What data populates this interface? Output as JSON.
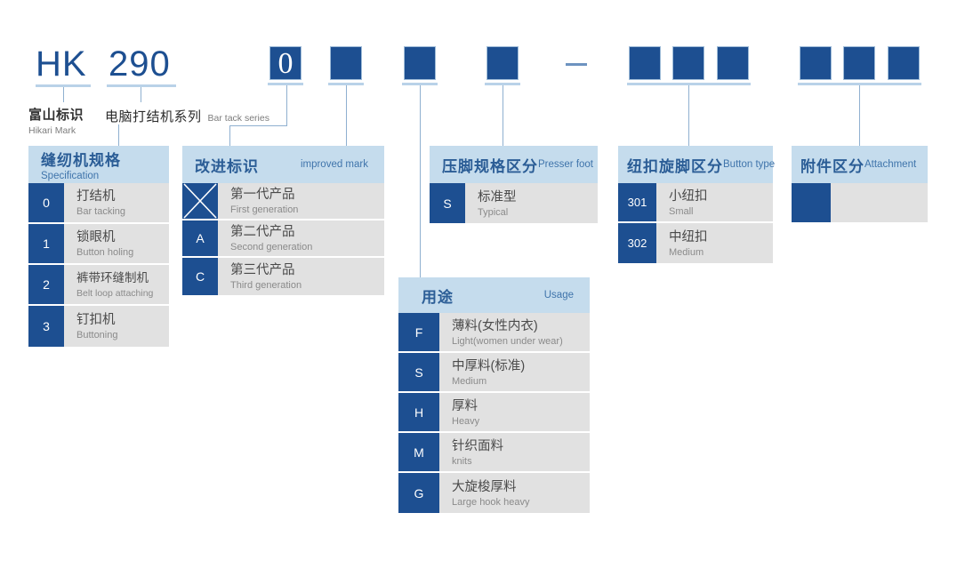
{
  "model_code": {
    "hikari": "HK",
    "series": "290",
    "dash": "-",
    "boxes": [
      {
        "name": "spec-box",
        "glyph": "0"
      },
      {
        "name": "improved-box",
        "glyph": ""
      },
      {
        "name": "usage-box",
        "glyph": ""
      },
      {
        "name": "presser-foot-box",
        "glyph": ""
      },
      {
        "name": "button-type-box-1",
        "glyph": ""
      },
      {
        "name": "button-type-box-2",
        "glyph": ""
      },
      {
        "name": "button-type-box-3",
        "glyph": ""
      },
      {
        "name": "attachment-box-1",
        "glyph": ""
      },
      {
        "name": "attachment-box-2",
        "glyph": ""
      },
      {
        "name": "attachment-box-3",
        "glyph": ""
      }
    ]
  },
  "labels": {
    "hikari_mark": {
      "cn": "富山标识",
      "en": "Hikari Mark"
    },
    "bar_tack_series": {
      "cn": "电脑打结机系列",
      "en": "Bar tack series"
    }
  },
  "tables": [
    {
      "id": "specification",
      "title_cn": "缝纫机规格",
      "title_en": "Specification",
      "title_layout": "stacked",
      "rows": [
        {
          "key": "0",
          "cn": "打结机",
          "en": "Bar tacking"
        },
        {
          "key": "1",
          "cn": "锁眼机",
          "en": "Button holing"
        },
        {
          "key": "2",
          "cn": "裤带环缝制机",
          "en": "Belt loop attaching"
        },
        {
          "key": "3",
          "cn": "钉扣机",
          "en": "Buttoning"
        }
      ]
    },
    {
      "id": "improved-mark",
      "title_cn": "改进标识",
      "title_en": "improved mark",
      "title_layout": "inline",
      "rows": [
        {
          "key": "",
          "key_icon": "x-mark-icon",
          "cn": "第一代产品",
          "en": "First generation"
        },
        {
          "key": "A",
          "cn": "第二代产品",
          "en": "Second generation"
        },
        {
          "key": "C",
          "cn": "第三代产品",
          "en": "Third generation"
        }
      ]
    },
    {
      "id": "usage",
      "title_cn": "用途",
      "title_en": "Usage",
      "title_layout": "inline",
      "rows": [
        {
          "key": "F",
          "cn": "薄料(女性内衣)",
          "en": "Light(women under wear)"
        },
        {
          "key": "S",
          "cn": "中厚料(标准)",
          "en": "Medium"
        },
        {
          "key": "H",
          "cn": "厚料",
          "en": "Heavy"
        },
        {
          "key": "M",
          "cn": "针织面料",
          "en": "knits"
        },
        {
          "key": "G",
          "cn": "大旋梭厚料",
          "en": "Large hook heavy"
        }
      ]
    },
    {
      "id": "presser-foot",
      "title_cn": "压脚规格区分",
      "title_en": "Presser foot",
      "title_layout": "inline",
      "rows": [
        {
          "key": "S",
          "cn": "标准型",
          "en": "Typical"
        }
      ]
    },
    {
      "id": "button-type",
      "title_cn": "纽扣旋脚区分",
      "title_en": "Button type",
      "title_layout": "inline",
      "rows": [
        {
          "key": "301",
          "cn": "小纽扣",
          "en": "Small"
        },
        {
          "key": "302",
          "cn": "中纽扣",
          "en": "Medium"
        }
      ]
    },
    {
      "id": "attachment",
      "title_cn": "附件区分",
      "title_en": "Attachment",
      "title_layout": "inline",
      "rows": [
        {
          "key": "",
          "cn": "",
          "en": ""
        }
      ]
    }
  ],
  "colors": {
    "blue": "#1d4f91",
    "header_blue": "#c5dced",
    "row_gray": "#e1e1e1",
    "line_blue": "#8fb0d0",
    "bar_blue": "#b9d2e8"
  }
}
